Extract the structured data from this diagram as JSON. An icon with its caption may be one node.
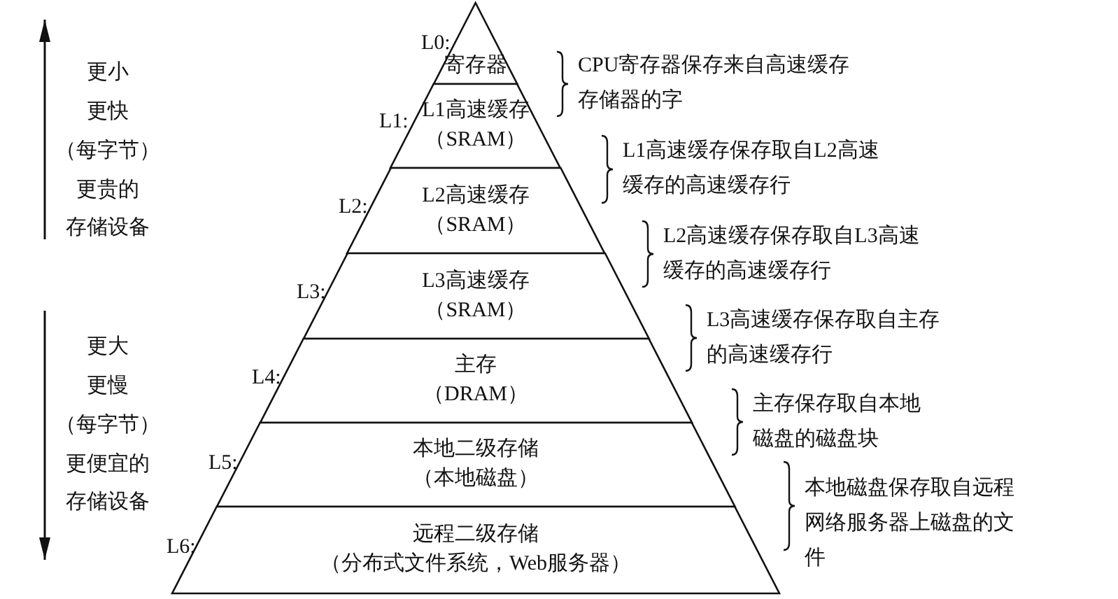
{
  "diagram": {
    "nodes": [
      {
        "text": [
          "寄存器"
        ],
        "beside": [
          "L0:"
        ]
      },
      {
        "text": [
          "L1高速缓存",
          "（SRAM）"
        ],
        "beside": [
          "L1:"
        ]
      },
      {
        "text": [
          "L2高速缓存",
          "（SRAM）"
        ],
        "beside": [
          "L2:"
        ]
      },
      {
        "text": [
          "L3高速缓存",
          "（SRAM）"
        ],
        "beside": [
          "L3:"
        ]
      },
      {
        "text": [
          "主存",
          "（DRAM）"
        ],
        "beside": [
          "L4:"
        ]
      },
      {
        "text": [
          "本地二级存储",
          "（本地磁盘）"
        ],
        "beside": [
          "L5:"
        ]
      },
      {
        "text": [
          "远程二级存储",
          "（分布式文件系统，Web服务器）"
        ],
        "beside": [
          "L6:"
        ]
      }
    ],
    "labels": [
      "更小",
      "更快",
      "（每字节）",
      "更贵的",
      "存储设备",
      "更大",
      "更慢",
      "（每字节）",
      "更便宜的",
      "存储设备",
      "CPU寄存器保存来自高速缓存存储器的字",
      "L1高速缓存保存取自L2高速缓存的高速缓存行",
      "L2高速缓存保存取自L3高速缓存的高速缓存行",
      "L3高速缓存保存取自主存的高速缓存行",
      "主存保存取自本地磁盘的磁盘块",
      "本地磁盘保存取自远程网络服务器上磁盘的文件"
    ]
  }
}
